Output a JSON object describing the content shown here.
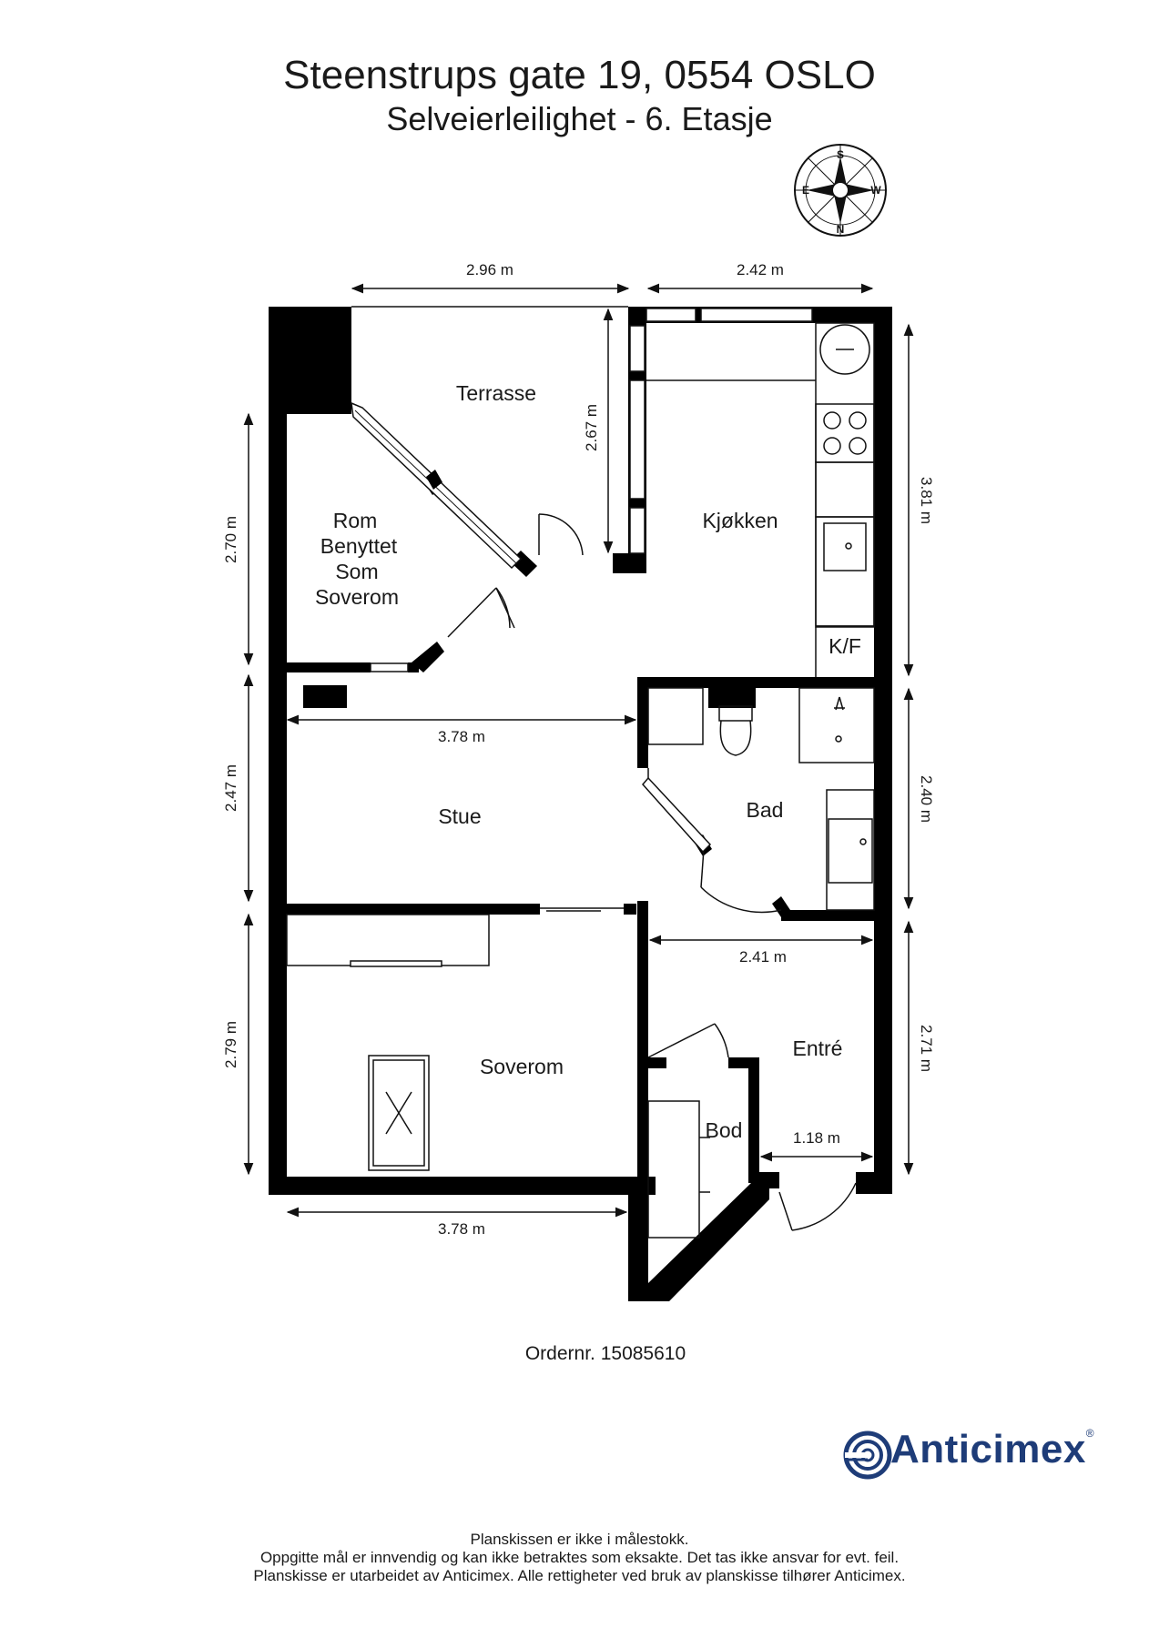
{
  "header": {
    "title": "Steenstrups gate 19, 0554 OSLO",
    "subtitle": "Selveierleilighet  - 6. Etasje"
  },
  "compass": {
    "s": "S",
    "w": "W",
    "n": "N",
    "e": "E"
  },
  "rooms": {
    "terrasse": "Terrasse",
    "rom_line1": "Rom",
    "rom_line2": "Benyttet",
    "rom_line3": "Som",
    "rom_line4": "Soverom",
    "kjokken": "Kjøkken",
    "kf": "K/F",
    "stue": "Stue",
    "bad": "Bad",
    "soverom": "Soverom",
    "entre": "Entré",
    "bod": "Bod"
  },
  "dimensions": {
    "top_left": "2.96 m",
    "top_right": "2.42 m",
    "terrasse_height": "2.67 m",
    "right_top": "3.81 m",
    "left_top": "2.70 m",
    "stue_width": "3.78 m",
    "left_middle": "2.47 m",
    "right_middle": "2.40 m",
    "entre_width": "2.41 m",
    "left_bottom": "2.79 m",
    "right_bottom": "2.71 m",
    "entre_door": "1.18 m",
    "bottom_width": "3.78 m"
  },
  "order": "Ordernr. 15085610",
  "logo": {
    "name": "Anticimex",
    "mark": "®"
  },
  "footer": {
    "line1": "Planskissen er ikke i målestokk.",
    "line2": "Oppgitte mål er innvendig og kan ikke betraktes som eksakte. Det tas ikke ansvar for evt. feil.",
    "line3": "Planskisse er utarbeidet av Anticimex. Alle rettigheter ved bruk av planskisse tilhører Anticimex."
  },
  "colors": {
    "wall": "#000000",
    "logo": "#1e3c78"
  }
}
